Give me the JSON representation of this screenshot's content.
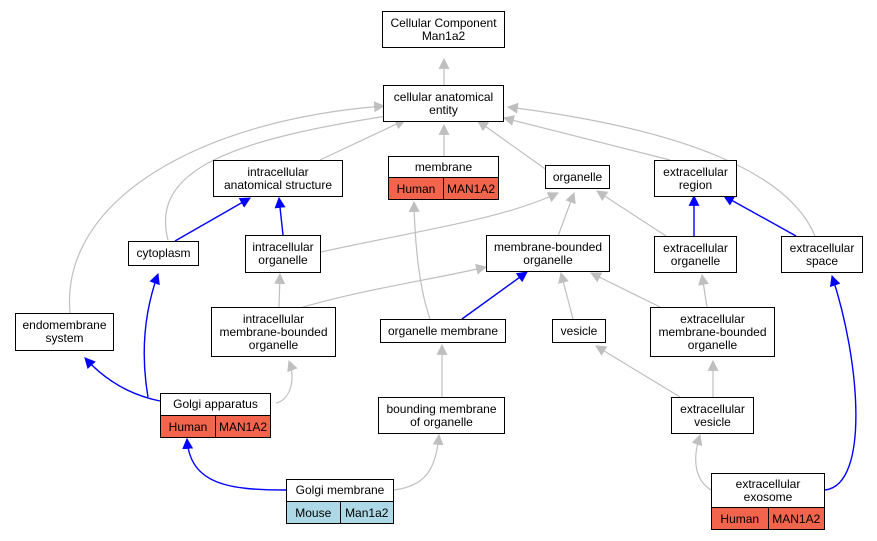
{
  "colors": {
    "grey_edge": "#bfbfbf",
    "blue_edge": "#0000ff",
    "human": "#f2644b",
    "mouse": "#add8e6"
  },
  "nodes": {
    "root": {
      "label": "Cellular Component\nMan1a2"
    },
    "cae": {
      "label": "cellular anatomical\nentity"
    },
    "ias": {
      "label": "intracellular\nanatomical structure"
    },
    "membrane": {
      "label": "membrane",
      "tags": [
        "Human",
        "MAN1A2"
      ]
    },
    "organelle": {
      "label": "organelle"
    },
    "ecregion": {
      "label": "extracellular\nregion"
    },
    "cytoplasm": {
      "label": "cytoplasm"
    },
    "icorg": {
      "label": "intracellular\norganelle"
    },
    "mbo": {
      "label": "membrane-bounded\norganelle"
    },
    "ecorg": {
      "label": "extracellular\norganelle"
    },
    "ecspace": {
      "label": "extracellular\nspace"
    },
    "endo": {
      "label": "endomembrane\nsystem"
    },
    "imbo": {
      "label": "intracellular\nmembrane-bounded\norganelle"
    },
    "orgmem": {
      "label": "organelle membrane"
    },
    "vesicle": {
      "label": "vesicle"
    },
    "embo": {
      "label": "extracellular\nmembrane-bounded\norganelle"
    },
    "golgi": {
      "label": "Golgi apparatus",
      "tags": [
        "Human",
        "MAN1A2"
      ]
    },
    "bmo": {
      "label": "bounding membrane\nof organelle"
    },
    "ecves": {
      "label": "extracellular\nvesicle"
    },
    "golgimem": {
      "label": "Golgi membrane",
      "tags": [
        "Mouse",
        "Man1a2"
      ]
    },
    "exosome": {
      "label": "extracellular\nexosome",
      "tags": [
        "Human",
        "MAN1A2"
      ]
    }
  }
}
